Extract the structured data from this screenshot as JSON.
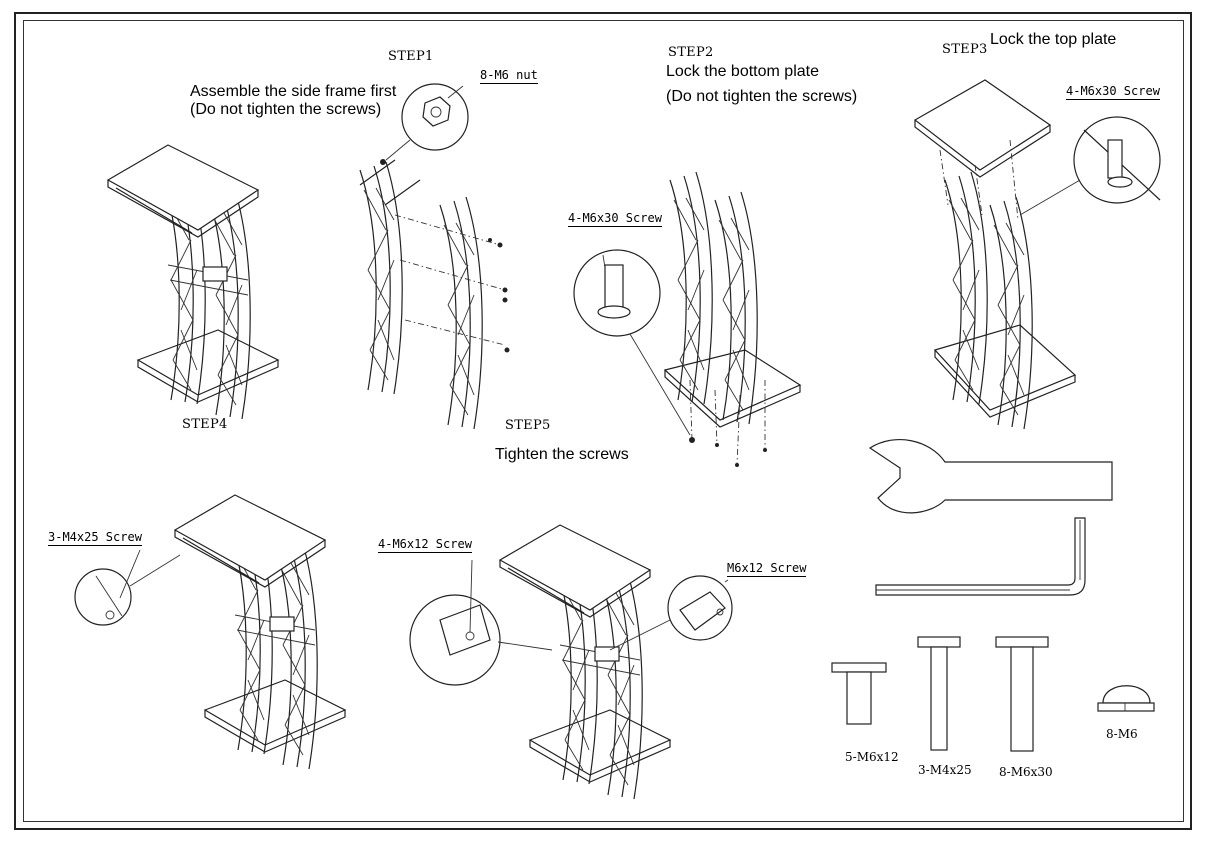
{
  "steps": {
    "step1": {
      "label": "STEP1",
      "instruction_line1": "Assemble the side frame first",
      "instruction_line2": "(Do not tighten the screws)",
      "callout": "8-M6 nut"
    },
    "step2": {
      "label": "STEP2",
      "instruction_line1": "Lock the bottom plate",
      "instruction_line2": "(Do not tighten the screws)",
      "callout": "4-M6x30 Screw"
    },
    "step3": {
      "label": "STEP3",
      "instruction": "Lock the top plate",
      "callout": "4-M6x30 Screw"
    },
    "step4": {
      "label": "STEP4",
      "callout": "3-M4x25 Screw"
    },
    "step5": {
      "label": "STEP5",
      "instruction": "Tighten the screws",
      "callout_left": "4-M6x12 Screw",
      "callout_right": "M6x12 Screw"
    }
  },
  "parts": {
    "p1": "5-M6x12",
    "p2": "3-M4x25",
    "p3": "8-M6x30",
    "p4": "8-M6"
  },
  "tools": [
    "wrench-icon",
    "hex-key-icon"
  ]
}
